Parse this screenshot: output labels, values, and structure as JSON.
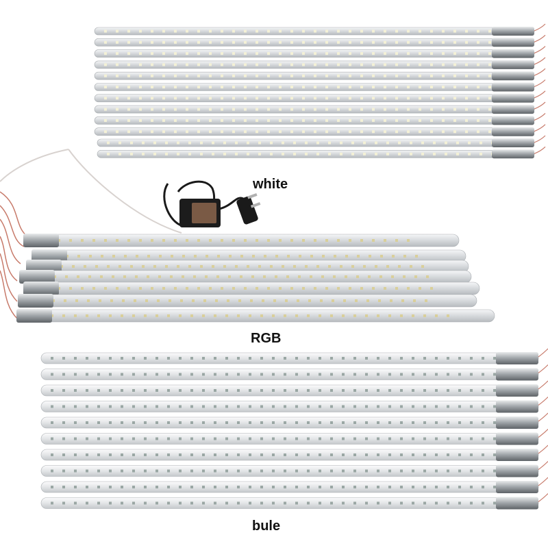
{
  "labels": {
    "white": "white",
    "rgb": "RGB",
    "blue": "bule"
  },
  "groups": {
    "white": {
      "tube_count": 12,
      "led_color": "#f4f1d6",
      "tube_color": "#dcdfe2"
    },
    "rgb": {
      "tube_count": 7,
      "led_color": "#d9cf9a",
      "tube_color": "#d4d8dc"
    },
    "blue": {
      "tube_count": 10,
      "led_color": "#9aa7a4",
      "tube_color": "#e4e6e8"
    }
  },
  "colors": {
    "background": "#ffffff",
    "text": "#111111",
    "wire": "#c77a6a",
    "power_adapter": "#1a1a1a"
  },
  "icons": [
    "power-adapter-icon",
    "plug-icon"
  ]
}
